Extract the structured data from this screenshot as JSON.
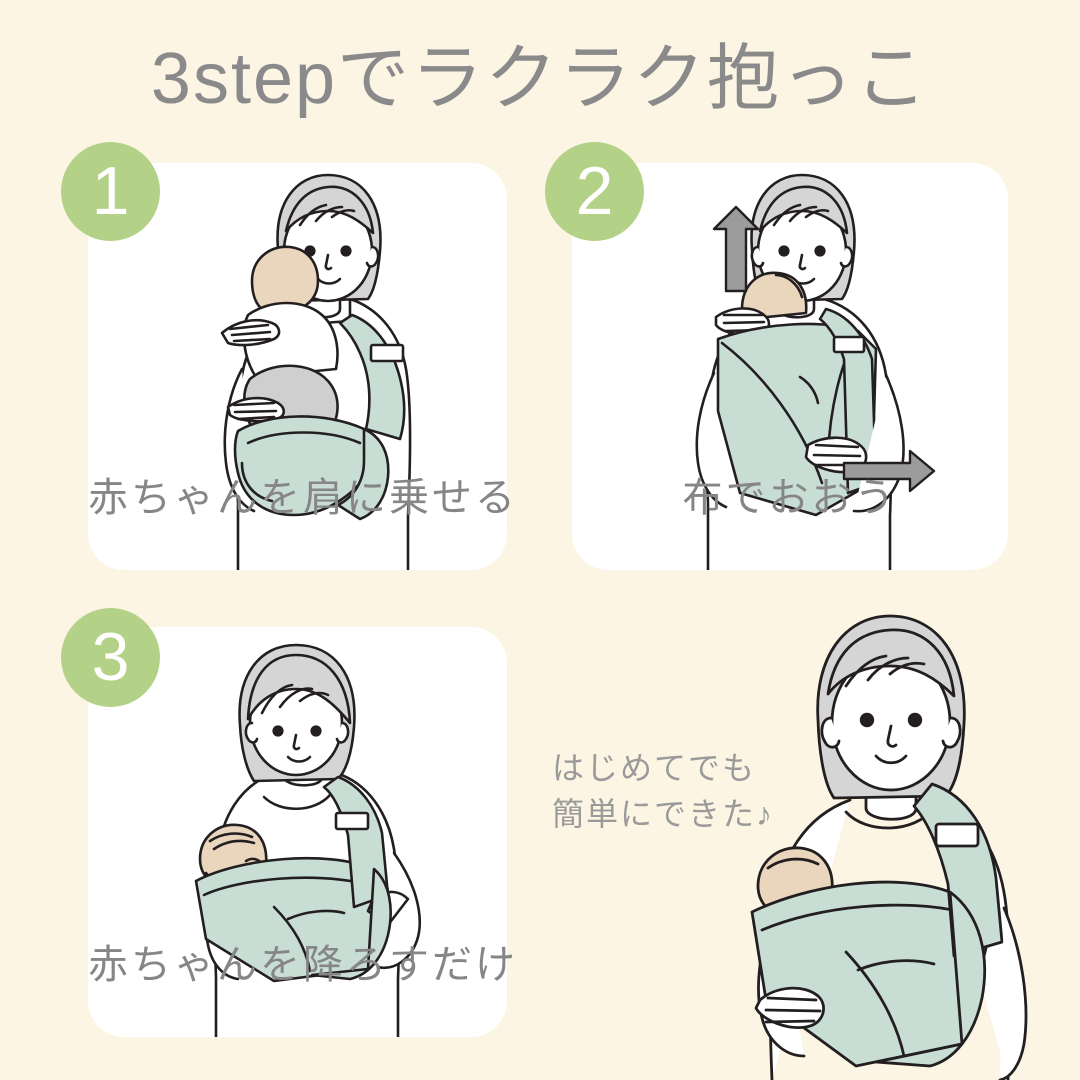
{
  "page": {
    "background_color": "#FCF5E4",
    "title": "3stepでラクラク抱っこ",
    "title_color": "#8A8A8A"
  },
  "palette": {
    "background": "#FCF5E4",
    "card": "#FFFFFF",
    "badge_green": "#B4D287",
    "sling_mint": "#C8DED5",
    "sling_mint_shade": "#BCD5CB",
    "hair_gray": "#D5D5D5",
    "skin_beige": "#E9D6BD",
    "text_gray": "#868686",
    "arrow_gray": "#9B9B9B",
    "line_black": "#231F20"
  },
  "steps": [
    {
      "number": "1",
      "caption": "赤ちゃんを肩に乗せる",
      "illustration": "mother-holding-baby-on-shoulder"
    },
    {
      "number": "2",
      "caption": "布でおおう",
      "illustration": "mother-covering-baby-with-fabric",
      "arrows": [
        {
          "name": "arrow-up",
          "direction": "up"
        },
        {
          "name": "arrow-right",
          "direction": "right"
        }
      ]
    },
    {
      "number": "3",
      "caption": "赤ちゃんを降ろすだけ",
      "illustration": "mother-lowering-baby-into-sling"
    }
  ],
  "hero": {
    "note": "はじめてでも\n簡単にできた♪",
    "illustration": "mother-wearing-baby-sling"
  }
}
